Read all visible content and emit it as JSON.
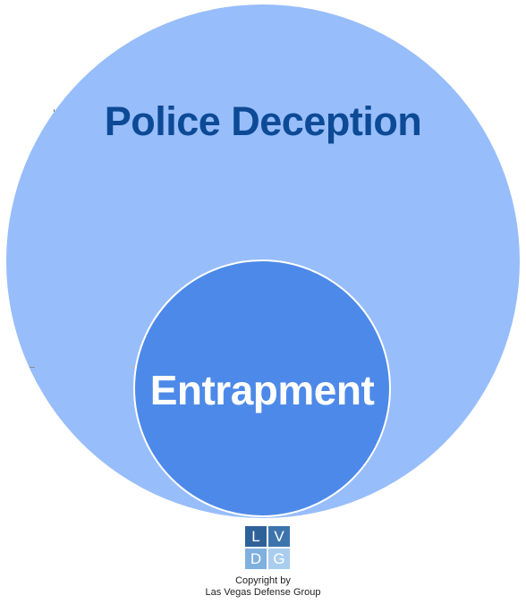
{
  "diagram": {
    "outer": {
      "label": "Police Deception",
      "fill": "#97bdfb",
      "text_color": "#0d4a95"
    },
    "inner": {
      "label": "Entrapment",
      "fill": "#4d89e8",
      "text_color": "#ffffff"
    }
  },
  "logo": {
    "letters": [
      "L",
      "V",
      "D",
      "G"
    ],
    "colors": [
      "#2f6199",
      "#3d74ad",
      "#7fb0de",
      "#a9cdee"
    ]
  },
  "footer": {
    "line1": "Copyright by",
    "line2": "Las Vegas Defense Group"
  }
}
